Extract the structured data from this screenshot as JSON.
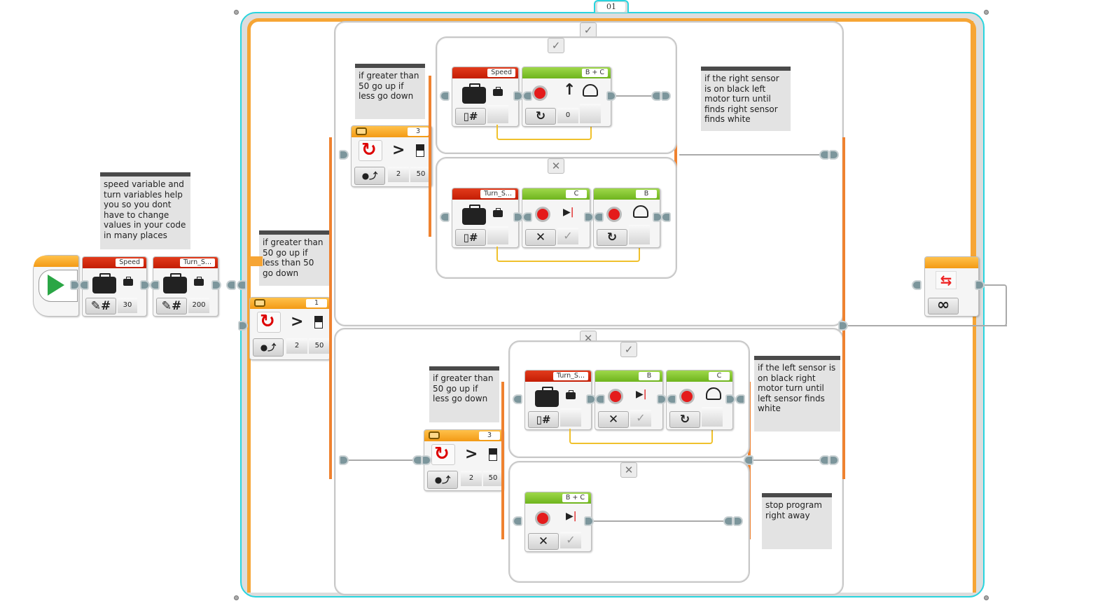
{
  "loop": {
    "name": "01",
    "mode": "infinity",
    "mode_icon": "infinity-icon"
  },
  "start_block": {
    "icon": "play-icon"
  },
  "variables": [
    {
      "name": "Speed",
      "mode": "write-numeric",
      "value": "30"
    },
    {
      "name": "Turn_S...",
      "mode": "write-numeric",
      "value": "200"
    }
  ],
  "comments": {
    "variables": "speed variable and turn variables help you so you dont have to change values in your code in many places",
    "outer_switch": "if greater than 50 go up if less than 50 go down",
    "top_switch": "if greater than 50 go up if less go down",
    "right_sensor": "if the right sensor is on black left motor turn until finds right sensor finds white",
    "bottom_switch": "if greater than 50 go up if less go down",
    "left_sensor": "if the left sensor is on black right motor turn until left sensor finds white",
    "stop": "stop program right away"
  },
  "switches": {
    "outer": {
      "port": "1",
      "operator": ">",
      "compare_type": "2",
      "threshold": "50",
      "true_icon": "✓",
      "false_icon": "✕"
    },
    "top": {
      "port": "3",
      "operator": ">",
      "compare_type": "2",
      "threshold": "50",
      "true_icon": "✓",
      "false_icon": "✕"
    },
    "bottom": {
      "port": "3",
      "operator": ">",
      "compare_type": "2",
      "threshold": "50",
      "true_icon": "✓",
      "false_icon": "✕"
    }
  },
  "blocks": {
    "top_true": {
      "variable": {
        "name": "Speed",
        "mode": "read-numeric"
      },
      "steering": {
        "ports": "B + C",
        "steering": "0",
        "mode": "on"
      }
    },
    "top_false": {
      "variable": {
        "name": "Turn_S...",
        "mode": "read-numeric"
      },
      "motor1": {
        "port": "C",
        "mode": "off",
        "brake": "✓"
      },
      "motor2": {
        "port": "B",
        "mode": "on"
      }
    },
    "bottom_true": {
      "variable": {
        "name": "Turn_S...",
        "mode": "read-numeric"
      },
      "motor1": {
        "port": "B",
        "mode": "off",
        "brake": "✓"
      },
      "motor2": {
        "port": "C",
        "mode": "on"
      }
    },
    "bottom_false": {
      "steering": {
        "ports": "B + C",
        "mode": "off",
        "brake": "✓"
      }
    }
  },
  "glyphs": {
    "check": "✓",
    "cross": "✕",
    "gt": ">",
    "hash": "#",
    "infinity": "∞",
    "rotate": "↻",
    "up": "↑"
  },
  "colors": {
    "loop_border": "#29d4de",
    "loop_orange": "#f6a535",
    "data_red": "#c31d04",
    "motor_green": "#6eb41d",
    "flow_orange": "#ef8230",
    "data_wire": "#f0c12c"
  }
}
